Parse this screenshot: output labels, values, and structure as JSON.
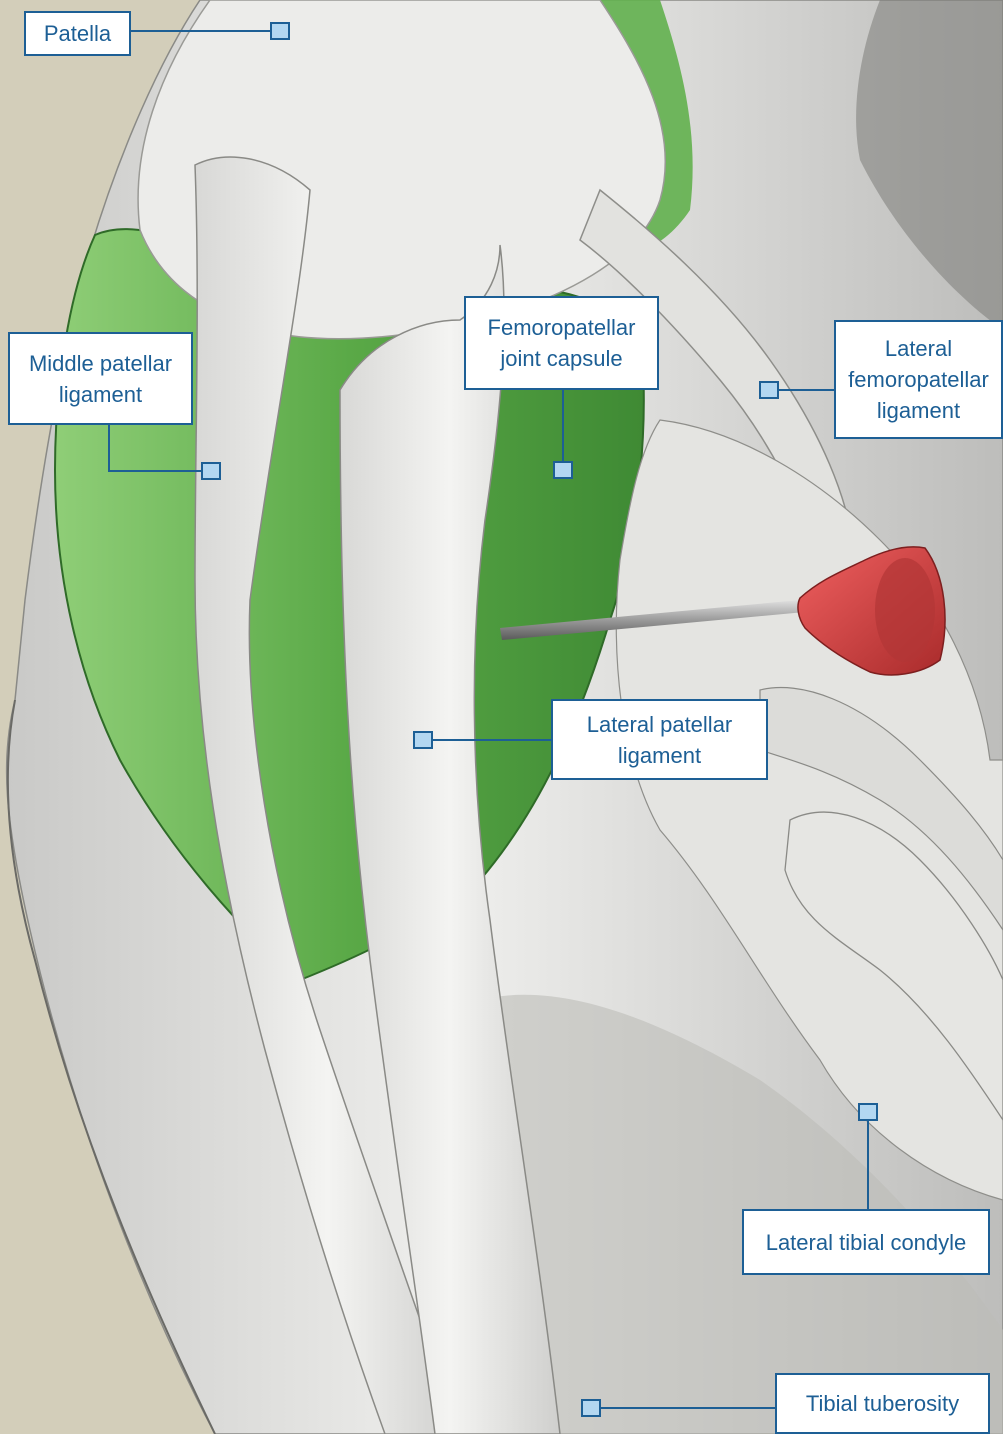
{
  "labels": {
    "patella": "Patella",
    "middle_patellar_ligament": "Middle patellar\nligament",
    "femoropatellar_joint_capsule": "Femoropatellar\njoint capsule",
    "lateral_femoropatellar_ligament": "Lateral\nfemoropatellar\nligament",
    "lateral_patellar_ligament": "Lateral patellar\nligament",
    "lateral_tibial_condyle": "Lateral tibial condyle",
    "tibial_tuberosity": "Tibial tuberosity"
  },
  "colors": {
    "background": "#d3ceba",
    "bone": "#e6e6e4",
    "joint_capsule": "#5aa947",
    "pointer_tip": "#d9403f",
    "label_border": "#1d5f95",
    "label_text": "#1d5f95",
    "marker_fill": "#b3d7f1"
  }
}
